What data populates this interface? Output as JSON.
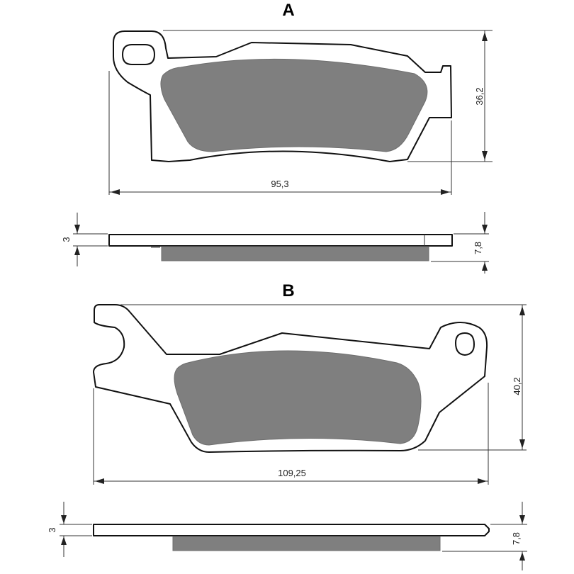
{
  "colors": {
    "pad_fill": "#7f7f7f",
    "outline": "#111111",
    "dimension": "#333333",
    "background": "#ffffff"
  },
  "section_a": {
    "title": "A",
    "width_label": "95,3",
    "height_label": "36,2",
    "backing_thickness_label": "3",
    "total_thickness_label": "7,8"
  },
  "section_b": {
    "title": "B",
    "width_label": "109,25",
    "height_label": "40,2",
    "backing_thickness_label": "3",
    "total_thickness_label": "7,8"
  }
}
